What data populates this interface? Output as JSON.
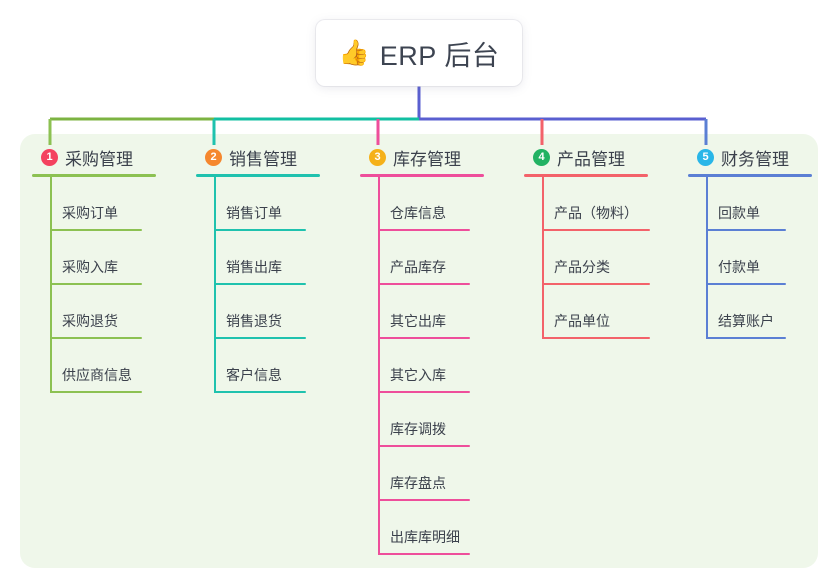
{
  "root": {
    "emoji": "👍",
    "emoji_name": "thumbs-up-icon",
    "title": "ERP 后台"
  },
  "theme": {
    "page_background": "#ffffff",
    "panel_background": "#eff7ea",
    "root_card_background": "#ffffff",
    "text_color": "#3b414c",
    "trunk_left_color": "#7cb342",
    "trunk_mid_color": "#12bfa2",
    "trunk_right_color": "#5a5fd0"
  },
  "branches": [
    {
      "index": "1",
      "badge_color": "#f4425f",
      "line_color": "#8cc152",
      "label": "采购管理",
      "items": [
        "采购订单",
        "采购入库",
        "采购退货",
        "供应商信息"
      ]
    },
    {
      "index": "2",
      "badge_color": "#f5872e",
      "line_color": "#1fc2ae",
      "label": "销售管理",
      "items": [
        "销售订单",
        "销售出库",
        "销售退货",
        "客户信息"
      ]
    },
    {
      "index": "3",
      "badge_color": "#f5b119",
      "line_color": "#ee4e9b",
      "label": "库存管理",
      "items": [
        "仓库信息",
        "产品库存",
        "其它出库",
        "其它入库",
        "库存调拨",
        "库存盘点",
        "出库库明细"
      ]
    },
    {
      "index": "4",
      "badge_color": "#22b263",
      "line_color": "#f3626a",
      "label": "产品管理",
      "items": [
        "产品（物料）",
        "产品分类",
        "产品单位"
      ]
    },
    {
      "index": "5",
      "badge_color": "#29b6e8",
      "line_color": "#5b7fd4",
      "label": "财务管理",
      "items": [
        "回款单",
        "付款单",
        "结算账户"
      ]
    }
  ]
}
